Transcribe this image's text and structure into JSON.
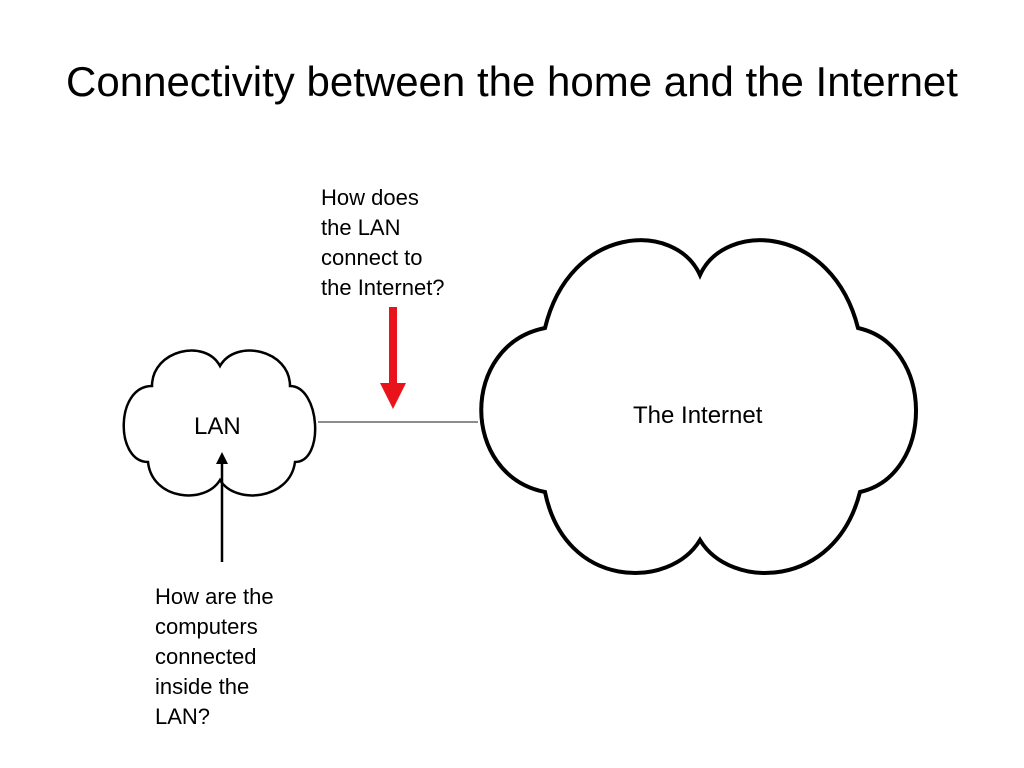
{
  "title": "Connectivity between the home and the Internet",
  "lan_cloud": {
    "label": "LAN"
  },
  "internet_cloud": {
    "label": "The Internet"
  },
  "lan_internet_question": {
    "lines": [
      "How does",
      "the LAN",
      "connect to",
      "the Internet?"
    ],
    "arrow_color": "#e8131b"
  },
  "lan_internal_question": {
    "lines": [
      "How are the",
      "computers",
      "connected",
      "inside the",
      "LAN?"
    ],
    "arrow_color": "#000000"
  },
  "colors": {
    "outline": "#000000",
    "link_line": "#8c8c8c",
    "background": "#ffffff"
  }
}
